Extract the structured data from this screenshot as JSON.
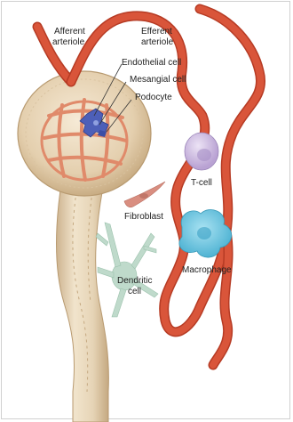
{
  "labels": {
    "afferent_line1": "Afferent",
    "afferent_line2": "arteriole",
    "efferent_line1": "Efferent",
    "efferent_line2": "arteriole",
    "endothelial": "Endothelial cell",
    "mesangial": "Mesangial cell",
    "podocyte": "Podocyte",
    "tcell": "T-cell",
    "fibroblast": "Fibroblast",
    "macrophage": "Macrophage",
    "dendritic_line1": "Dendritic",
    "dendritic_line2": "cell"
  },
  "colors": {
    "vessel": "#d9553a",
    "vessel_dark": "#b63b24",
    "tubule": "#e7d7bd",
    "tubule_shade": "#c9b08c",
    "glomerulus": "#e08a6a",
    "tcell": "#c9b6de",
    "macrophage": "#6fc3dd",
    "dendritic": "#bfdacb",
    "podocyte": "#4d5fb8",
    "fibroblast": "#d98e80"
  }
}
